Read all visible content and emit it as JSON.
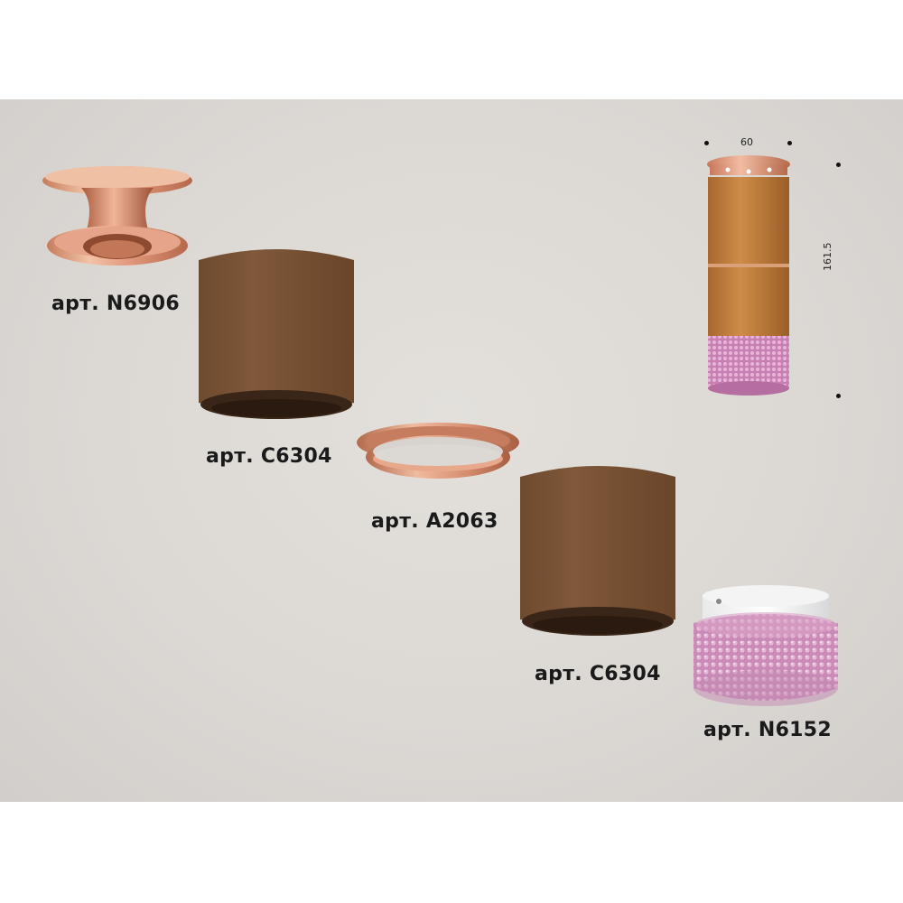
{
  "parts": [
    {
      "id": "N6906",
      "label": "арт. N6906",
      "description_icon": "rose-gold-mount-icon"
    },
    {
      "id": "C6304a",
      "label": "арт. C6304",
      "description_icon": "bronze-cylinder-icon"
    },
    {
      "id": "A2063",
      "label": "арт. A2063",
      "description_icon": "rose-gold-ring-icon"
    },
    {
      "id": "C6304b",
      "label": "арт. C6304",
      "description_icon": "bronze-cylinder-icon"
    },
    {
      "id": "N6152",
      "label": "арт. N6152",
      "description_icon": "pink-crystal-shade-icon"
    }
  ],
  "dimensions": {
    "width": "60",
    "height": "161.5"
  },
  "colors": {
    "background": "#dcd8d4",
    "bronze": "#7a5232",
    "rose_gold": "#d99a7a",
    "crystal_pink": "#c98bb6"
  }
}
